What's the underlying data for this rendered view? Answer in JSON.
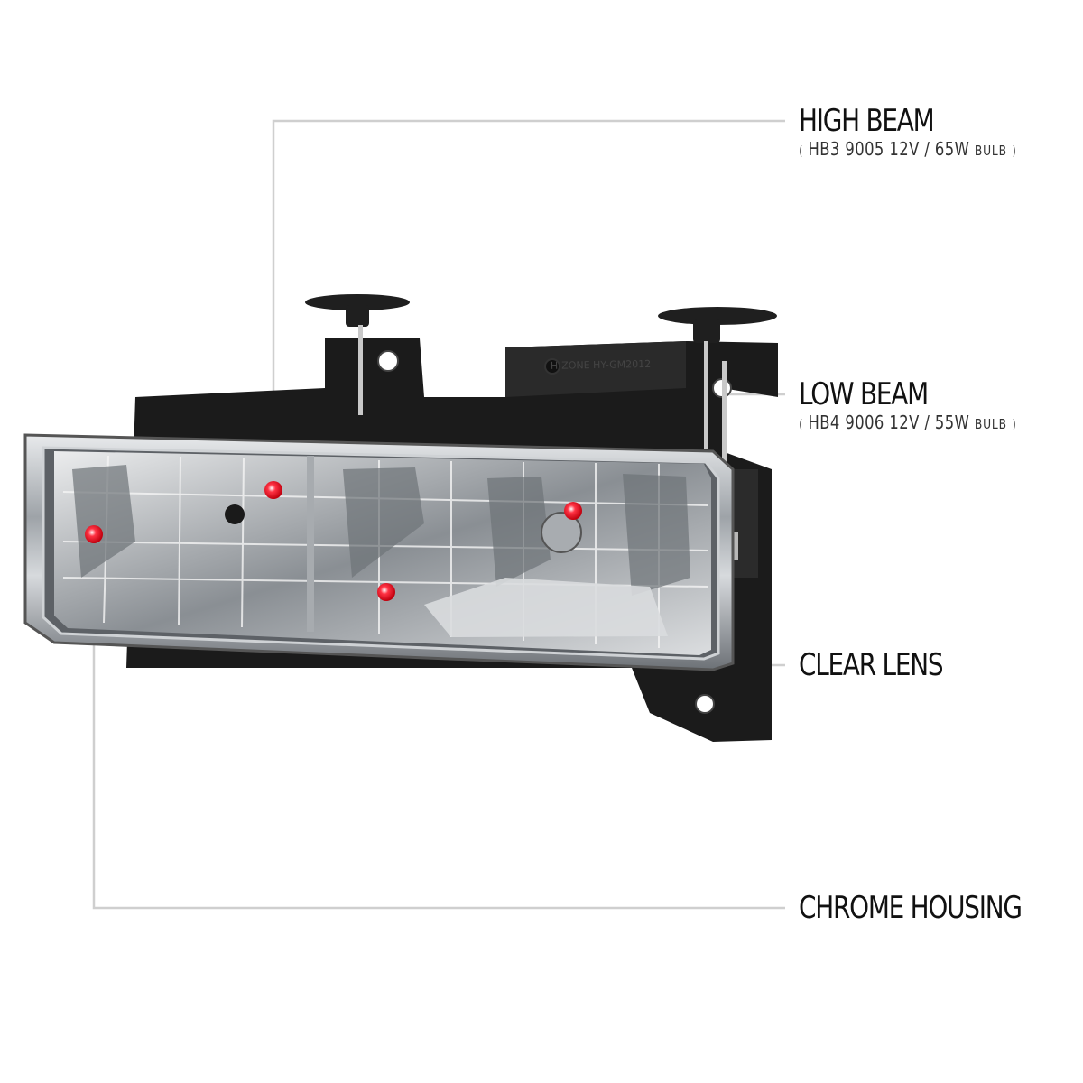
{
  "callouts": {
    "high_beam": {
      "title": "HIGH BEAM",
      "spec_code": "HB3",
      "spec_number": "9005",
      "spec_rating": "12V / 65W",
      "spec_unit": "BULB"
    },
    "low_beam": {
      "title": "LOW BEAM",
      "spec_code": "HB4",
      "spec_number": "9006",
      "spec_rating": "12V / 55W",
      "spec_unit": "BULB"
    },
    "clear_lens": {
      "title": "CLEAR LENS"
    },
    "chrome_housing": {
      "title": "CHROME HOUSING"
    }
  },
  "product": {
    "housing_marking": "H-ZONE HY-GM2012"
  },
  "colors": {
    "leader_line": "#cfcfcf",
    "marker": "#e0101e",
    "housing_black": "#1b1b1b",
    "chrome": "#b9bcc0"
  }
}
